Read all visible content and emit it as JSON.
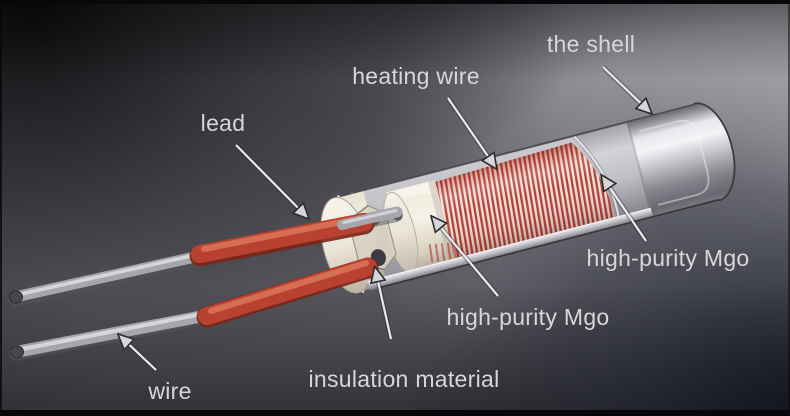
{
  "diagram": {
    "labels": {
      "shell": "the shell",
      "heating_wire": "heating wire",
      "lead": "lead",
      "mgo_upper": "high-purity Mgo",
      "mgo_lower": "high-purity Mgo",
      "insulation": "insulation material",
      "wire": "wire"
    },
    "colors": {
      "background_dark": "#17181f",
      "background_light": "#c9c9ce",
      "label_text": "#d7d7da",
      "arrow": "#e9e9ec",
      "coil_red": "#b24036",
      "sleeve_red": "#b8422f",
      "core_ivory": "#f2ecdf",
      "shell_metal": "#d9d9dd"
    }
  }
}
